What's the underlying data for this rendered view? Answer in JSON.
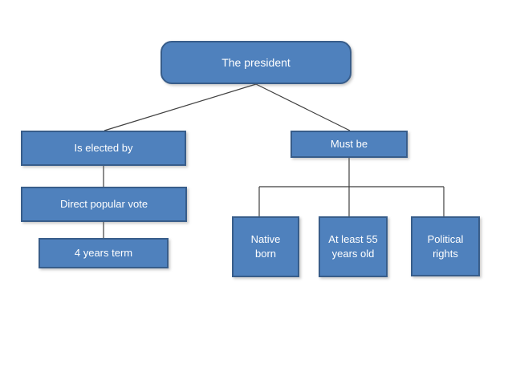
{
  "diagram": {
    "nodes": {
      "root": "The president",
      "elected": "Is elected by",
      "direct_vote": "Direct popular vote",
      "term": "4 years term",
      "must_be": "Must be",
      "native_born": [
        "Native",
        "born"
      ],
      "age": [
        "At least 55",
        "years old"
      ],
      "political_rights": [
        "Political",
        "rights"
      ]
    },
    "colors": {
      "fill": "#4f81bd",
      "border": "#385d8a",
      "connector": "#3f3f3f",
      "text": "#ffffff"
    }
  }
}
